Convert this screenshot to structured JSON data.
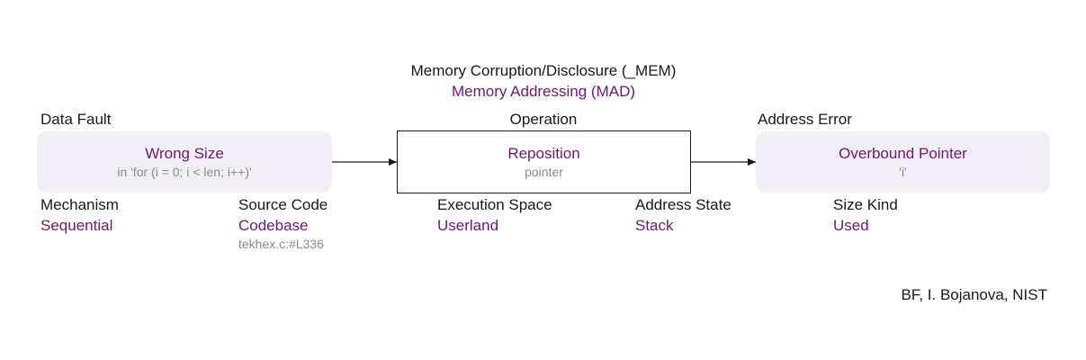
{
  "header": {
    "class_name": "Memory Corruption/Disclosure (_MEM)",
    "subclass_name": "Memory Addressing (MAD)"
  },
  "nodes": {
    "cause": {
      "title": "Data Fault",
      "value": "Wrong Size",
      "detail": "in 'for (i = 0; i < len; i++)'"
    },
    "operation": {
      "title": "Operation",
      "value": "Reposition",
      "detail": "pointer"
    },
    "consequence": {
      "title": "Address Error",
      "value": "Overbound Pointer",
      "detail": "'i'"
    }
  },
  "attributes": [
    {
      "label": "Mechanism",
      "value": "Sequential",
      "detail": ""
    },
    {
      "label": "Source Code",
      "value": "Codebase",
      "detail": "tekhex.c:#L336"
    },
    {
      "label": "Execution Space",
      "value": "Userland",
      "detail": ""
    },
    {
      "label": "Address State",
      "value": "Stack",
      "detail": ""
    },
    {
      "label": "Size Kind",
      "value": "Used",
      "detail": ""
    }
  ],
  "credit": "BF, I. Bojanova, NIST",
  "colors": {
    "text": "#1a1a1a",
    "accent_purple": "#6b1a6e",
    "muted_gray": "#8a8a8a",
    "node_fill": "#f1eef5"
  }
}
